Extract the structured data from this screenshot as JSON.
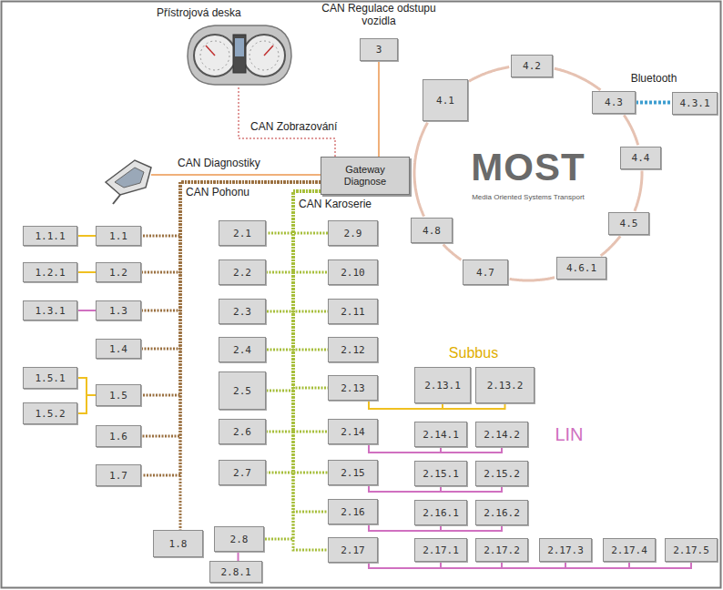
{
  "diagram": {
    "nodes": [
      {
        "text": [
          "3"
        ]
      },
      {
        "text": [
          "Gateway Diagnose"
        ]
      },
      {
        "text": [
          "4.1"
        ]
      },
      {
        "text": [
          "4.2"
        ]
      },
      {
        "text": [
          "4.3"
        ]
      },
      {
        "text": [
          "4.3.1"
        ]
      },
      {
        "text": [
          "4.4"
        ]
      },
      {
        "text": [
          "4.5"
        ]
      },
      {
        "text": [
          "4.6.1"
        ]
      },
      {
        "text": [
          "4.7"
        ]
      },
      {
        "text": [
          "4.8"
        ]
      },
      {
        "text": [
          "1.1.1"
        ]
      },
      {
        "text": [
          "1.1"
        ]
      },
      {
        "text": [
          "1.2.1"
        ]
      },
      {
        "text": [
          "1.2"
        ]
      },
      {
        "text": [
          "1.3.1"
        ]
      },
      {
        "text": [
          "1.3"
        ]
      },
      {
        "text": [
          "1.4"
        ]
      },
      {
        "text": [
          "1.5.1"
        ]
      },
      {
        "text": [
          "1.5"
        ]
      },
      {
        "text": [
          "1.5.2"
        ]
      },
      {
        "text": [
          "1.6"
        ]
      },
      {
        "text": [
          "1.7"
        ]
      },
      {
        "text": [
          "1.8"
        ]
      },
      {
        "text": [
          "2.1"
        ]
      },
      {
        "text": [
          "2.9"
        ]
      },
      {
        "text": [
          "2.2"
        ]
      },
      {
        "text": [
          "2.10"
        ]
      },
      {
        "text": [
          "2.3"
        ]
      },
      {
        "text": [
          "2.11"
        ]
      },
      {
        "text": [
          "2.4"
        ]
      },
      {
        "text": [
          "2.12"
        ]
      },
      {
        "text": [
          "2.5"
        ]
      },
      {
        "text": [
          "2.13"
        ]
      },
      {
        "text": [
          "2.13.1"
        ]
      },
      {
        "text": [
          "2.13.2"
        ]
      },
      {
        "text": [
          "2.6"
        ]
      },
      {
        "text": [
          "2.14"
        ]
      },
      {
        "text": [
          "2.14.1"
        ]
      },
      {
        "text": [
          "2.14.2"
        ]
      },
      {
        "text": [
          "2.7"
        ]
      },
      {
        "text": [
          "2.15"
        ]
      },
      {
        "text": [
          "2.15.1"
        ]
      },
      {
        "text": [
          "2.15.2"
        ]
      },
      {
        "text": [
          "2.8"
        ]
      },
      {
        "text": [
          "2.16"
        ]
      },
      {
        "text": [
          "2.16.1"
        ]
      },
      {
        "text": [
          "2.16.2"
        ]
      },
      {
        "text": [
          "2.8.1"
        ]
      },
      {
        "text": [
          "2.17"
        ]
      },
      {
        "text": [
          "2.17.1"
        ]
      },
      {
        "text": [
          "2.17.2"
        ]
      },
      {
        "text": [
          "2.17.3"
        ]
      },
      {
        "text": [
          "2.17.4"
        ]
      },
      {
        "text": [
          "2.17.5"
        ]
      }
    ],
    "edges": [
      {
        "from": 1,
        "to": 0,
        "arrow": "none"
      },
      {
        "from": 2,
        "to": 3,
        "arrow": "none"
      },
      {
        "from": 3,
        "to": 4,
        "arrow": "none"
      },
      {
        "from": 4,
        "to": 6,
        "arrow": "none"
      },
      {
        "from": 6,
        "to": 7,
        "arrow": "none"
      },
      {
        "from": 7,
        "to": 8,
        "arrow": "none"
      },
      {
        "from": 8,
        "to": 9,
        "arrow": "none"
      },
      {
        "from": 9,
        "to": 10,
        "arrow": "none"
      },
      {
        "from": 10,
        "to": 2,
        "arrow": "none"
      },
      {
        "from": 4,
        "to": 5,
        "arrow": "none"
      },
      {
        "from": 1,
        "to": 12,
        "arrow": "none"
      },
      {
        "from": 1,
        "to": 14,
        "arrow": "none"
      },
      {
        "from": 1,
        "to": 16,
        "arrow": "none"
      },
      {
        "from": 1,
        "to": 17,
        "arrow": "none"
      },
      {
        "from": 1,
        "to": 19,
        "arrow": "none"
      },
      {
        "from": 1,
        "to": 21,
        "arrow": "none"
      },
      {
        "from": 1,
        "to": 22,
        "arrow": "none"
      },
      {
        "from": 1,
        "to": 23,
        "arrow": "none"
      },
      {
        "from": 1,
        "to": 24,
        "arrow": "none"
      },
      {
        "from": 1,
        "to": 25,
        "arrow": "none"
      },
      {
        "from": 1,
        "to": 26,
        "arrow": "none"
      },
      {
        "from": 1,
        "to": 27,
        "arrow": "none"
      },
      {
        "from": 1,
        "to": 28,
        "arrow": "none"
      },
      {
        "from": 1,
        "to": 29,
        "arrow": "none"
      },
      {
        "from": 1,
        "to": 30,
        "arrow": "none"
      },
      {
        "from": 1,
        "to": 31,
        "arrow": "none"
      },
      {
        "from": 1,
        "to": 32,
        "arrow": "none"
      },
      {
        "from": 1,
        "to": 33,
        "arrow": "none"
      },
      {
        "from": 1,
        "to": 36,
        "arrow": "none"
      },
      {
        "from": 1,
        "to": 37,
        "arrow": "none"
      },
      {
        "from": 1,
        "to": 40,
        "arrow": "none"
      },
      {
        "from": 1,
        "to": 41,
        "arrow": "none"
      },
      {
        "from": 1,
        "to": 44,
        "arrow": "none"
      },
      {
        "from": 1,
        "to": 45,
        "arrow": "none"
      },
      {
        "from": 1,
        "to": 49,
        "arrow": "none"
      },
      {
        "from": 12,
        "to": 11,
        "arrow": "none"
      },
      {
        "from": 14,
        "to": 13,
        "arrow": "none"
      },
      {
        "from": 19,
        "to": 18,
        "arrow": "none"
      },
      {
        "from": 19,
        "to": 20,
        "arrow": "none"
      },
      {
        "from": 33,
        "to": 34,
        "arrow": "none"
      },
      {
        "from": 33,
        "to": 35,
        "arrow": "none"
      },
      {
        "from": 16,
        "to": 15,
        "arrow": "none"
      },
      {
        "from": 44,
        "to": 48,
        "arrow": "none"
      },
      {
        "from": 37,
        "to": 38,
        "arrow": "none"
      },
      {
        "from": 37,
        "to": 39,
        "arrow": "none"
      },
      {
        "from": 41,
        "to": 42,
        "arrow": "none"
      },
      {
        "from": 41,
        "to": 43,
        "arrow": "none"
      },
      {
        "from": 45,
        "to": 46,
        "arrow": "none"
      },
      {
        "from": 45,
        "to": 47,
        "arrow": "none"
      },
      {
        "from": 49,
        "to": 50,
        "arrow": "none"
      },
      {
        "from": 49,
        "to": 51,
        "arrow": "none"
      },
      {
        "from": 49,
        "to": 52,
        "arrow": "none"
      },
      {
        "from": 49,
        "to": 53,
        "arrow": "none"
      },
      {
        "from": 49,
        "to": 54,
        "arrow": "none"
      }
    ],
    "labels": [
      "Přístrojová deska",
      "CAN Regulace odstupu vozidla",
      "CAN Zobrazování",
      "CAN Diagnostiky",
      "CAN Pohonu",
      "CAN Karoserie",
      "Bluetooth",
      "MOST",
      "Media Oriented Systems Transport",
      "Subbus",
      "LIN"
    ]
  }
}
